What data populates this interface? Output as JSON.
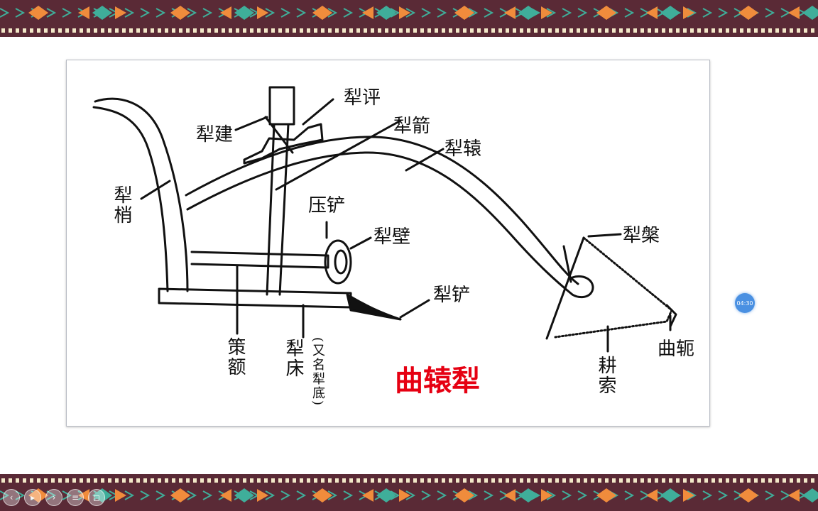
{
  "diagram": {
    "title": "曲辕犁",
    "labels": {
      "li_jian": "犁建",
      "li_ping": "犁评",
      "li_jian2": "犁箭",
      "li_yuan": "犁辕",
      "li_shao": "犁梢",
      "ya_chan": "压铲",
      "li_bi": "犁壁",
      "li_pan": "犁槃",
      "li_chan": "犁铲",
      "ce_e": "策额",
      "li_chuang": "犁床",
      "li_di_note": "(又名犁底)",
      "geng_suo": "耕索",
      "qu_e": "曲轭"
    }
  },
  "player": {
    "timer": "04:30",
    "controls": [
      "prev-icon",
      "play-icon",
      "next-icon",
      "list-icon",
      "fullscreen-icon"
    ]
  },
  "theme": {
    "border_bg": "#5a2a36",
    "accent_orange": "#f08c3c",
    "accent_teal": "#3fae9a",
    "accent_cream": "#f2e8c8",
    "title_red": "#e60012"
  }
}
